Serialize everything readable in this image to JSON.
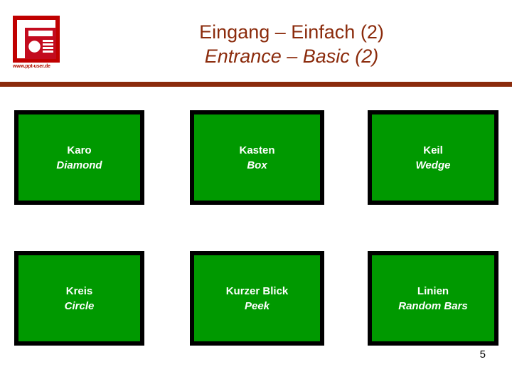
{
  "slide": {
    "title_de": "Eingang – Einfach (2)",
    "title_en": "Entrance – Basic (2)",
    "page_number": "5",
    "accent_color": "#8B2B0C",
    "box_fill_color": "#009900",
    "box_border_color": "#000000",
    "box_text_color": "#FFFFFF"
  },
  "logo": {
    "icon_name": "powerpoint-presentation-icon",
    "url_text": "www.ppt-user.de",
    "color": "#C00000"
  },
  "effects": [
    {
      "de": "Karo",
      "en": "Diamond",
      "row": 0,
      "col": 0
    },
    {
      "de": "Kasten",
      "en": "Box",
      "row": 0,
      "col": 1
    },
    {
      "de": "Keil",
      "en": "Wedge",
      "row": 0,
      "col": 2
    },
    {
      "de": "Kreis",
      "en": "Circle",
      "row": 1,
      "col": 0
    },
    {
      "de": "Kurzer Blick",
      "en": "Peek",
      "row": 1,
      "col": 1
    },
    {
      "de": "Linien",
      "en": "Random Bars",
      "row": 1,
      "col": 2
    }
  ]
}
